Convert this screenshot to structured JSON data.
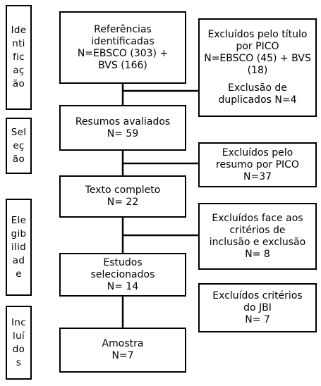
{
  "stages": [
    {
      "id": "identificacao",
      "lines": [
        "Ide",
        "nti",
        "fic",
        "aç",
        "ão"
      ]
    },
    {
      "id": "selecao",
      "lines": [
        "Sel",
        "eç",
        "ão"
      ]
    },
    {
      "id": "elegibilidade",
      "lines": [
        "Ele",
        "gib",
        "ilid",
        "ad",
        "e"
      ]
    },
    {
      "id": "incluidos",
      "lines": [
        "Inc",
        "luí",
        "do",
        "s"
      ]
    }
  ],
  "main_steps": [
    {
      "id": "referencias",
      "lines": [
        "Referências",
        "identificadas",
        "N=EBSCO (303) +",
        "BVS (166)"
      ]
    },
    {
      "id": "resumos",
      "lines": [
        "Resumos avaliados",
        "N= 59"
      ]
    },
    {
      "id": "texto",
      "lines": [
        "Texto completo",
        "N= 22"
      ]
    },
    {
      "id": "estudos",
      "lines": [
        "Estudos",
        "selecionados",
        "N= 14"
      ]
    },
    {
      "id": "amostra",
      "lines": [
        "Amostra",
        "N=7"
      ]
    }
  ],
  "exclusions": [
    {
      "id": "titulo",
      "lines": [
        "Excluídos pelo título",
        "por PICO",
        "N=EBSCO (45) + BVS",
        "(18)",
        "",
        "Exclusão de",
        "duplicados N=4"
      ]
    },
    {
      "id": "resumo",
      "lines": [
        "Excluídos pelo",
        "resumo por PICO",
        "N=37"
      ]
    },
    {
      "id": "criterios",
      "lines": [
        "Excluídos face aos",
        "critérios de",
        "inclusão e exclusão",
        "N= 8"
      ]
    },
    {
      "id": "jbi",
      "lines": [
        "Excluídos critérios",
        "do JBI",
        "N= 7"
      ]
    }
  ]
}
